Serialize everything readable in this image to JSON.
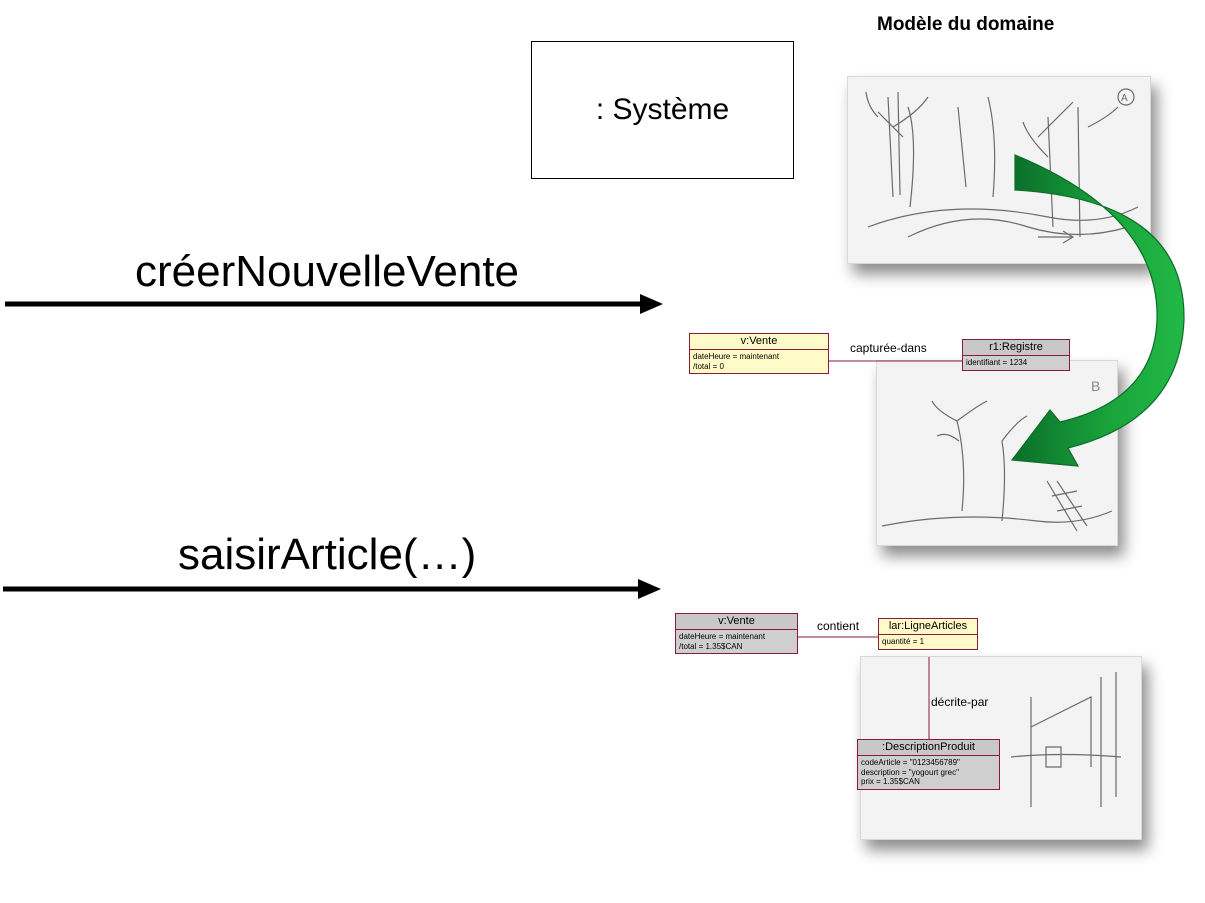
{
  "domain_title": "Modèle du domaine",
  "system_label": ": Système",
  "messages": [
    {
      "label": "créerNouvelleVente"
    },
    {
      "label": "saisirArticle(…)"
    }
  ],
  "sketch_labels": {
    "a": "A",
    "b": "B"
  },
  "diagram1": {
    "vente": {
      "title": "v:Vente",
      "attrs": [
        "dateHeure = maintenant",
        "/total = 0"
      ]
    },
    "registre": {
      "title": "r1:Registre",
      "attrs": [
        "identifiant = 1234"
      ]
    },
    "association": "capturée-dans"
  },
  "diagram2": {
    "vente": {
      "title": "v:Vente",
      "attrs": [
        "dateHeure = maintenant",
        "/total = 1.35$CAN"
      ]
    },
    "ligne": {
      "title": "lar:LigneArticles",
      "attrs": [
        "quantité = 1"
      ]
    },
    "description": {
      "title": ":DescriptionProduit",
      "attrs": [
        "codeArticle = \"0123456789\"",
        "description = \"yogourt grec\"",
        "prix = 1.35$CAN"
      ]
    },
    "assoc_contient": "contient",
    "assoc_decrite": "décrite-par"
  },
  "colors": {
    "arrow_green": "#1aa63c",
    "arrow_dark": "#0b6e2a",
    "uml_border": "#8b1a3a",
    "uml_yellow": "#fffbc8",
    "uml_gray": "#cfcfcf"
  }
}
